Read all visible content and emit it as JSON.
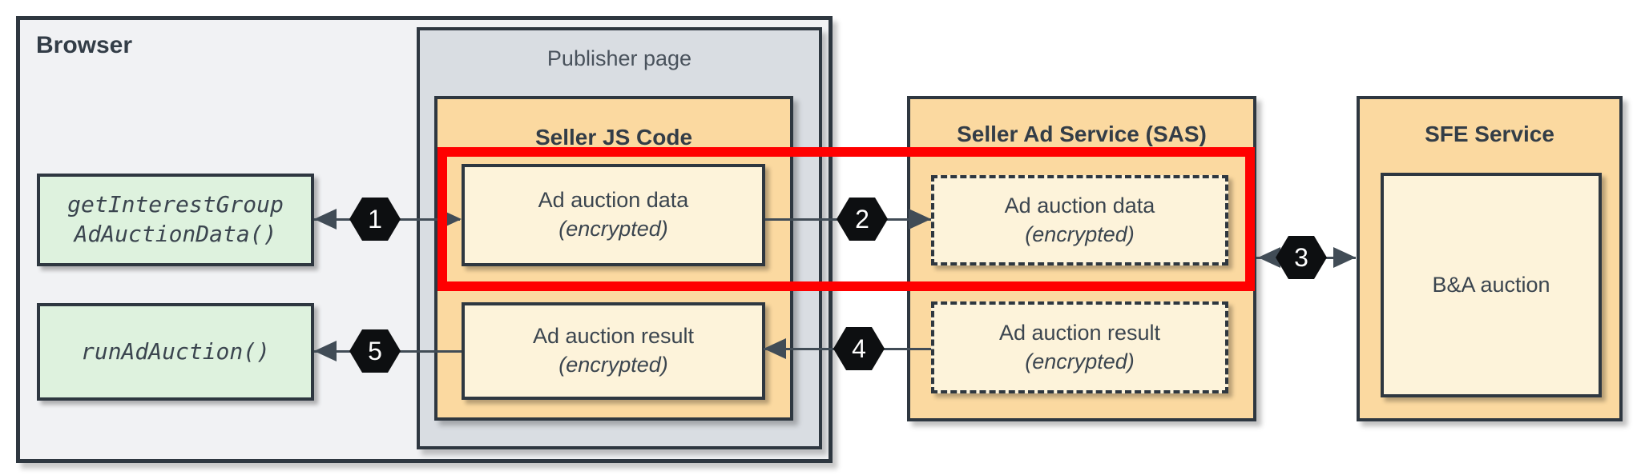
{
  "containers": {
    "browser": "Browser",
    "publisher_page": "Publisher page",
    "seller_js": "Seller JS Code",
    "sas": "Seller Ad Service (SAS)",
    "sfe": "SFE Service"
  },
  "browser_apis": {
    "get_interest_group": {
      "line1": "getInterestGroup",
      "line2": "AdAuctionData()"
    },
    "run_ad_auction": "runAdAuction()"
  },
  "boxes": {
    "js_ad_auction_data": {
      "line1": "Ad auction data",
      "line2": "(encrypted)"
    },
    "js_ad_auction_result": {
      "line1": "Ad auction result",
      "line2": "(encrypted)"
    },
    "sas_ad_auction_data": {
      "line1": "Ad auction data",
      "line2": "(encrypted)"
    },
    "sas_ad_auction_result": {
      "line1": "Ad auction result",
      "line2": "(encrypted)"
    },
    "ba_auction": "B&A auction"
  },
  "steps": [
    "1",
    "2",
    "3",
    "4",
    "5"
  ],
  "colors": {
    "highlight_red": "#ff0000",
    "service_orange": "#fbd9a0",
    "inner_cream": "#fdf3da",
    "api_green": "#def2de",
    "publisher_gray": "#d9dde2",
    "browser_gray": "#f1f2f4",
    "border_dark": "#2e3740",
    "text_dark": "#3a434d"
  }
}
